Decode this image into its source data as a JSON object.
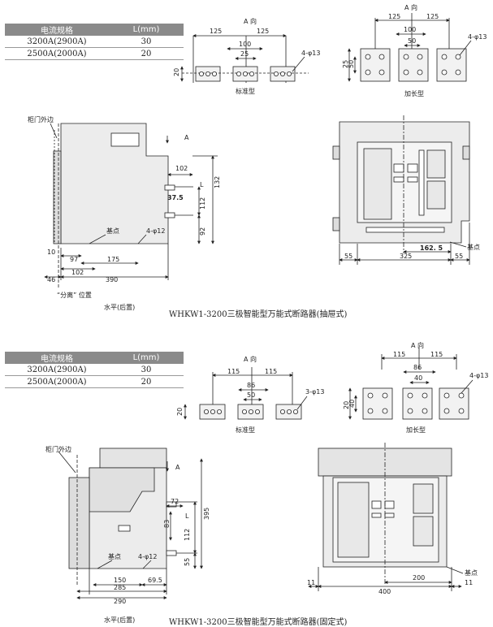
{
  "tables": [
    {
      "headers": [
        "电流规格",
        "L(mm)"
      ],
      "rows": [
        [
          "3200A(2900A)",
          "30"
        ],
        [
          "2500A(2000A)",
          "20"
        ]
      ]
    },
    {
      "headers": [
        "电流规格",
        "L(mm)"
      ],
      "rows": [
        [
          "3200A(2900A)",
          "30"
        ],
        [
          "2500A(2000A)",
          "20"
        ]
      ]
    }
  ],
  "section1": {
    "std": {
      "dir": "A 向",
      "d125a": "125",
      "d125b": "125",
      "d100": "100",
      "d25": "25",
      "d20": "20",
      "holes": "4-φ13",
      "label": "标准型"
    },
    "ext": {
      "dir": "A 向",
      "d125a": "125",
      "d125b": "125",
      "d100": "100",
      "d50": "50",
      "d25": "25",
      "d50v": "50",
      "holes": "4-φ13",
      "label": "加长型"
    },
    "side": {
      "door": "柜门外边",
      "A": "A",
      "d102": "102",
      "d37": "37.5",
      "L": "L",
      "d132": "132",
      "d112": "112",
      "d92": "92",
      "base": "基点",
      "holes": "4-φ12",
      "d10": "10",
      "d97": "97",
      "d175": "175",
      "d102b": "102",
      "d46": "46",
      "d390": "390",
      "sep": "“分离” 位置",
      "horiz": "水平(后置)"
    },
    "front": {
      "d55a": "55",
      "d325": "325",
      "d1625": "162. 5",
      "d55b": "55",
      "base": "基点"
    },
    "caption": "WHKW1-3200三极智能型万能式断路器(抽屉式)"
  },
  "section2": {
    "std": {
      "dir": "A 向",
      "d115a": "115",
      "d115b": "115",
      "d86": "86",
      "d50": "50",
      "d20": "20",
      "holes": "3-φ13",
      "label": "标准型"
    },
    "ext": {
      "dir": "A 向",
      "d115a": "115",
      "d115b": "115",
      "d86": "86",
      "d40": "40",
      "d20": "20",
      "d40v": "40",
      "holes": "4-φ13",
      "label": "加长型"
    },
    "side": {
      "door": "柜门外边",
      "A": "A",
      "d72": "72",
      "d83": "83",
      "L": "L",
      "d395": "395",
      "d112": "112",
      "d55": "55",
      "base": "基点",
      "holes": "4-φ12",
      "d150": "150",
      "d695": "69.5",
      "d285": "285",
      "d290": "290",
      "horiz": "水平(后置)"
    },
    "front": {
      "d11a": "11",
      "d400": "400",
      "d200": "200",
      "d11b": "11",
      "base": "基点"
    },
    "caption": "WHKW1-3200三极智能型万能式断路器(固定式)"
  }
}
